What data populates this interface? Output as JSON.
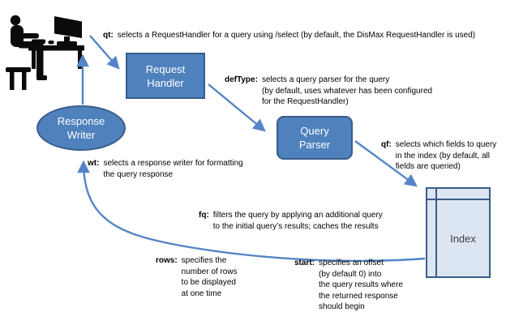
{
  "diagram": {
    "nodes": {
      "request_handler": {
        "line1": "Request",
        "line2": "Handler"
      },
      "query_parser": {
        "line1": "Query",
        "line2": "Parser"
      },
      "response_writer": {
        "line1": "Response",
        "line2": "Writer"
      },
      "index": {
        "label": "Index"
      }
    },
    "annotations": {
      "qt": {
        "param": "qt:",
        "lines": [
          "selects a RequestHandler for a query using /select (by default, the DisMax RequestHandler is used)"
        ]
      },
      "defType": {
        "param": "defType:",
        "lines": [
          "selects a query parser for the query",
          "(by default, uses whatever has been configured",
          "for the RequestHandler)"
        ]
      },
      "qf": {
        "param": "qf:",
        "lines": [
          "selects which fields to query",
          "in the index (by default, all",
          "fields are queried)"
        ]
      },
      "wt": {
        "param": "wt:",
        "lines": [
          "selects a response writer for formatting",
          "the query response"
        ]
      },
      "fq": {
        "param": "fq:",
        "lines": [
          "filters the query by applying an additional query",
          "to the initial query’s results; caches the results"
        ]
      },
      "rows": {
        "param": "rows:",
        "lines": [
          "specifies the",
          "number of rows",
          "to be displayed",
          "at one time"
        ]
      },
      "start": {
        "param": "start:",
        "lines": [
          "specifies an offset",
          "(by default 0) into",
          "the query results where",
          "the returned response",
          "should begin"
        ]
      }
    },
    "icons": {
      "user": "user-at-computer-icon"
    },
    "colors": {
      "node_fill": "#4f81bd",
      "node_border": "#385d8a",
      "node_text": "#ffffff",
      "index_fill": "#dce6f2",
      "arrow": "#5585c7",
      "text": "#000000"
    }
  }
}
